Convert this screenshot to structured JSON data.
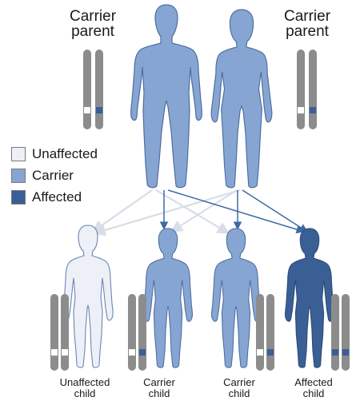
{
  "labels": {
    "carrier_parent_left": [
      "Carrier",
      "parent"
    ],
    "carrier_parent_right": [
      "Carrier",
      "parent"
    ],
    "children": [
      {
        "lines": [
          "Unaffected",
          "child"
        ],
        "status": "unaffected",
        "alleles": [
          "normal",
          "normal"
        ]
      },
      {
        "lines": [
          "Carrier",
          "child"
        ],
        "status": "carrier",
        "alleles": [
          "normal",
          "affected"
        ]
      },
      {
        "lines": [
          "Carrier",
          "child"
        ],
        "status": "carrier",
        "alleles": [
          "normal",
          "affected"
        ]
      },
      {
        "lines": [
          "Affected",
          "child"
        ],
        "status": "affected",
        "alleles": [
          "affected",
          "affected"
        ]
      }
    ]
  },
  "legend": [
    {
      "label": "Unaffected",
      "color": "#eef0f7"
    },
    {
      "label": "Carrier",
      "color": "#87a5d3"
    },
    {
      "label": "Affected",
      "color": "#3a5f95"
    }
  ],
  "colors": {
    "unaffected_fill": "#eef0f7",
    "carrier_fill": "#87a5d3",
    "affected_fill": "#3a5f95",
    "outline": "#4d6e9e",
    "chromosome": "#8c8c8c",
    "arrow_dark": "#3d6aa6",
    "arrow_light": "#d8dde6"
  },
  "icons": [
    "male-silhouette",
    "female-silhouette",
    "chromosome-pair",
    "arrow"
  ]
}
